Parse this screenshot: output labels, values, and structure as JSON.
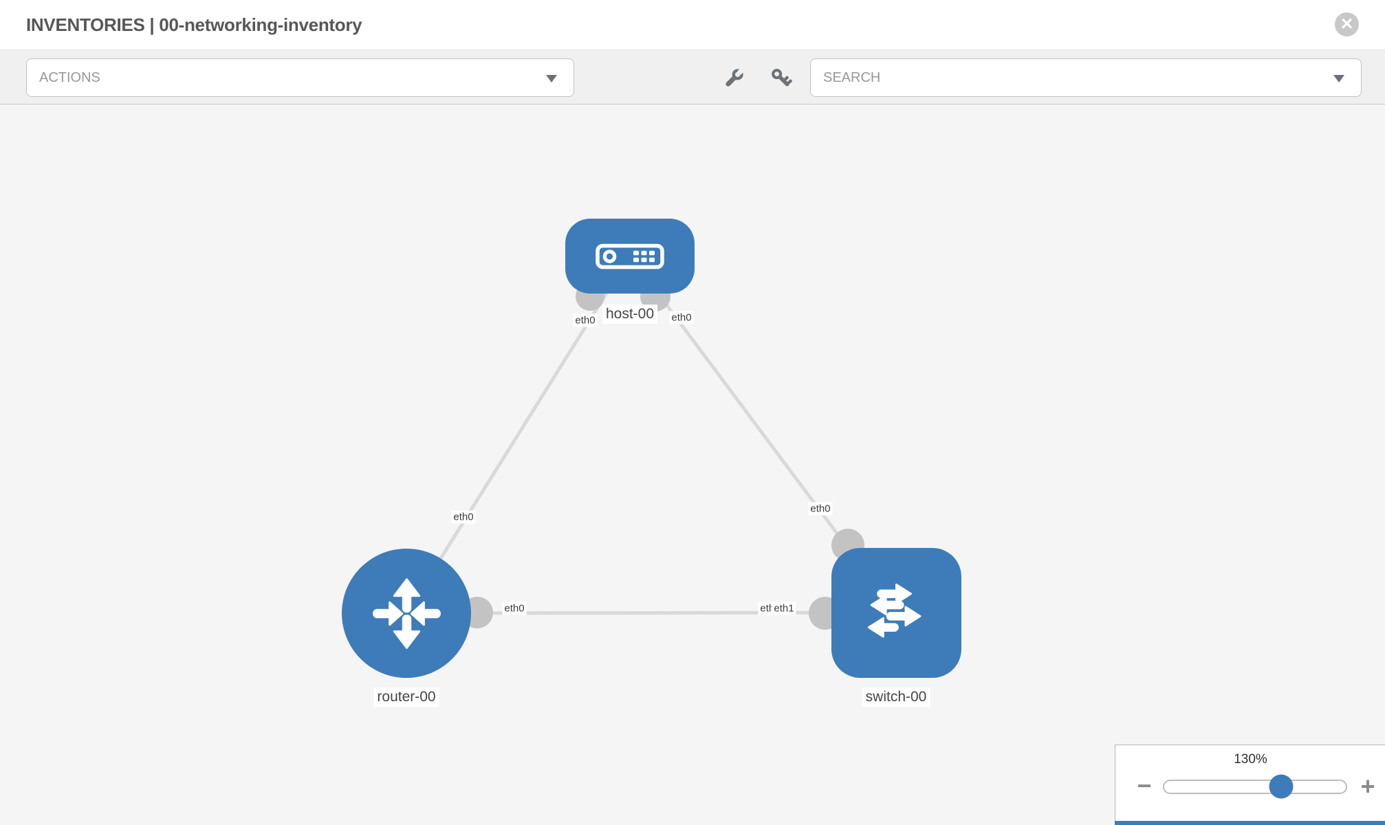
{
  "header": {
    "title": "INVENTORIES | 00-networking-inventory"
  },
  "toolbar": {
    "actions_label": "ACTIONS",
    "search_placeholder": "SEARCH"
  },
  "icons": {
    "close": "×",
    "minus": "−",
    "plus": "+",
    "wrench": "wrench-icon",
    "key": "key-icon",
    "chevron": "chevron-down-icon"
  },
  "colors": {
    "node_blue": "#3d7cb9",
    "link_gray": "#d9d9d9",
    "port_gray": "#c3c3c3",
    "icon_gray": "#6d7277",
    "canvas_bg": "#f5f5f5"
  },
  "topology": {
    "nodes": [
      {
        "id": "host-00",
        "type": "host",
        "label": "host-00"
      },
      {
        "id": "router-00",
        "type": "router",
        "label": "router-00"
      },
      {
        "id": "switch-00",
        "type": "switch",
        "label": "switch-00"
      }
    ],
    "links": [
      {
        "source": "host-00",
        "target": "router-00",
        "source_interface": "eth0",
        "target_interface": "eth0"
      },
      {
        "source": "host-00",
        "target": "switch-00",
        "source_interface": "eth0",
        "target_interface": "eth0"
      },
      {
        "source": "router-00",
        "target": "switch-00",
        "source_interface": "eth0",
        "target_interface": "eth1"
      }
    ],
    "interface_labels": [
      {
        "text": "eth0"
      },
      {
        "text": "eth0"
      },
      {
        "text": "eth0"
      },
      {
        "text": "eth0"
      },
      {
        "text": "eth0"
      },
      {
        "text": "eth0"
      },
      {
        "text": "eth1"
      }
    ]
  },
  "zoom_panel": {
    "value": "130%"
  }
}
